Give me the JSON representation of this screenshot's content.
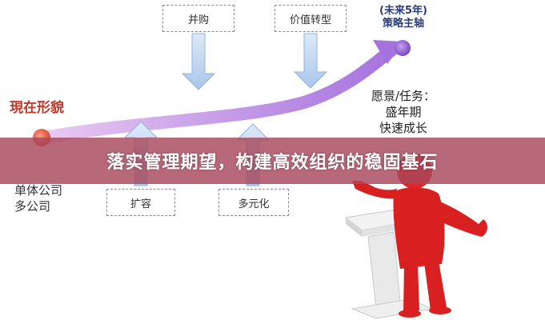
{
  "diagram": {
    "top_boxes": [
      {
        "label": "并购"
      },
      {
        "label": "价值转型"
      }
    ],
    "bottom_boxes": [
      {
        "label": "扩容"
      },
      {
        "label": "多元化"
      }
    ],
    "now_label": "現在形貌",
    "start_lines": [
      "单体公司",
      "多公司"
    ],
    "target_line1": "(未来5年)",
    "target_line2": "策略主轴",
    "vision_lines": [
      "愿景/任务：",
      "盛年期",
      "快速成长"
    ]
  },
  "banner": {
    "text": "落实管理期望，构建高效组织的稳固基石"
  },
  "colors": {
    "curve": "#b58be0",
    "arrow_fill": "#b9d3f0",
    "banner": "#a8485c",
    "figure": "#d92020",
    "podium": "#e9e9e9"
  }
}
